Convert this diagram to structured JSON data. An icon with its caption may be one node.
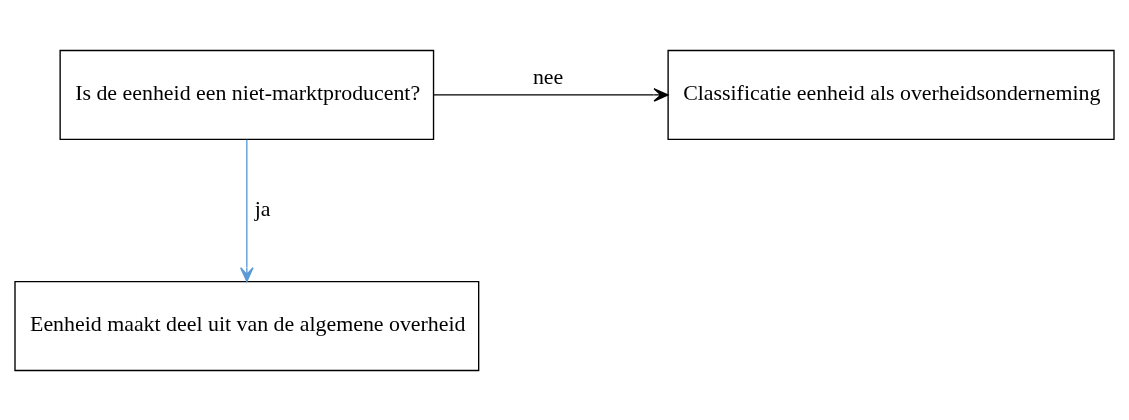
{
  "diagram": {
    "nodes": [
      {
        "text": [
          "Is de eenheid een niet-marktproducent?"
        ]
      },
      {
        "text": [
          "Classificatie eenheid als overheidsonderneming"
        ]
      },
      {
        "text": [
          "Eenheid maakt deel uit van de algemene overheid"
        ]
      }
    ],
    "edges": [
      {
        "from": 0,
        "to": 1,
        "arrow": "to",
        "label": "nee"
      },
      {
        "from": 0,
        "to": 2,
        "arrow": "to",
        "label": "ja",
        "color": "#5b9bd5"
      }
    ]
  }
}
